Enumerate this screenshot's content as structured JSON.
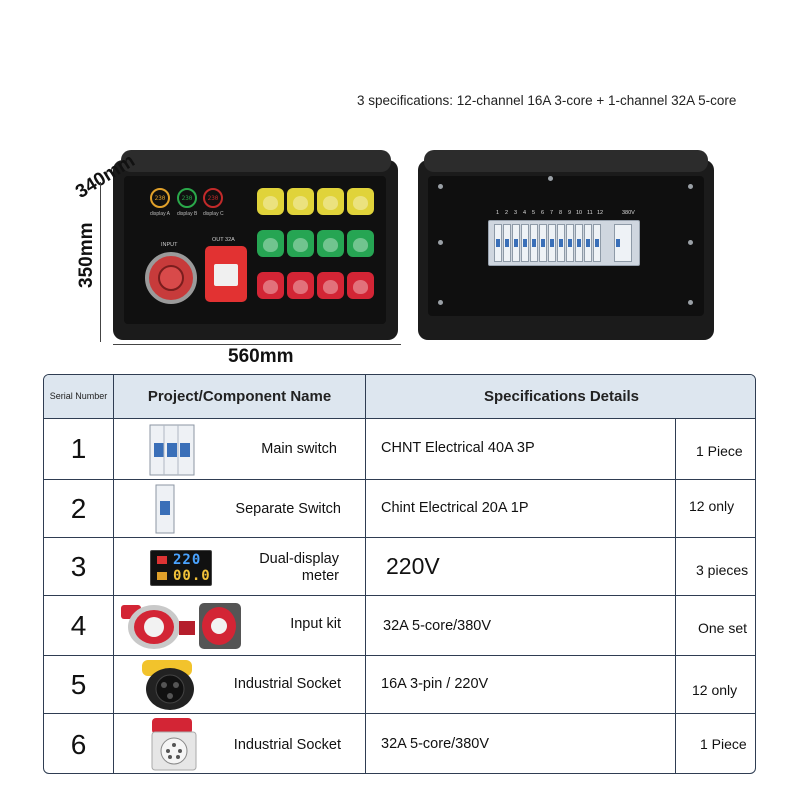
{
  "header": {
    "spec_line": "3 specifications: 12-channel 16A 3-core + 1-channel 32A 5-core"
  },
  "dimensions": {
    "depth": "340mm",
    "height": "350mm",
    "width": "560mm"
  },
  "front_panel": {
    "meters": [
      {
        "reading": "230",
        "label": "display A",
        "ring_color": "#e0a02a"
      },
      {
        "reading": "230",
        "label": "display B",
        "ring_color": "#2aa84a"
      },
      {
        "reading": "230",
        "label": "display C",
        "ring_color": "#c22a2a"
      }
    ],
    "input_label": "INPUT",
    "output_label": "OUT 32A"
  },
  "back_panel": {
    "channel_labels": [
      "1",
      "2",
      "3",
      "4",
      "5",
      "6",
      "7",
      "8",
      "9",
      "10",
      "11",
      "12"
    ],
    "main_label": "380V"
  },
  "table": {
    "headers": {
      "serial": "Serial Number",
      "component": "Project/Component Name",
      "specs": "Specifications Details"
    },
    "rows": [
      {
        "serial": "1",
        "name": "Main switch",
        "spec": "CHNT Electrical 40A 3P",
        "qty": "1 Piece",
        "icon": "three-pole-breaker-icon"
      },
      {
        "serial": "2",
        "name": "Separate Switch",
        "spec": "Chint Electrical 20A 1P",
        "qty": "12 only",
        "icon": "single-pole-breaker-icon"
      },
      {
        "serial": "3",
        "name": "Dual-display meter",
        "spec": "220V",
        "qty": "3 pieces",
        "icon": "dual-display-meter-icon"
      },
      {
        "serial": "4",
        "name": "Input kit",
        "spec": "32A 5-core/380V",
        "qty": "One set",
        "icon": "input-plug-kit-icon"
      },
      {
        "serial": "5",
        "name": "Industrial Socket",
        "spec": "16A 3-pin / 220V",
        "qty": "12 only",
        "icon": "yellow-industrial-socket-icon"
      },
      {
        "serial": "6",
        "name": "Industrial Socket",
        "spec": "32A 5-core/380V",
        "qty": "1 Piece",
        "icon": "red-industrial-socket-icon"
      }
    ],
    "meter_display": {
      "top": "220",
      "bottom": "00.0"
    }
  },
  "colors": {
    "header_bg": "#dde6ef",
    "border": "#2f3d52",
    "socket_yellow": "#e0d33a",
    "socket_green": "#26a553",
    "socket_red": "#d32535"
  }
}
